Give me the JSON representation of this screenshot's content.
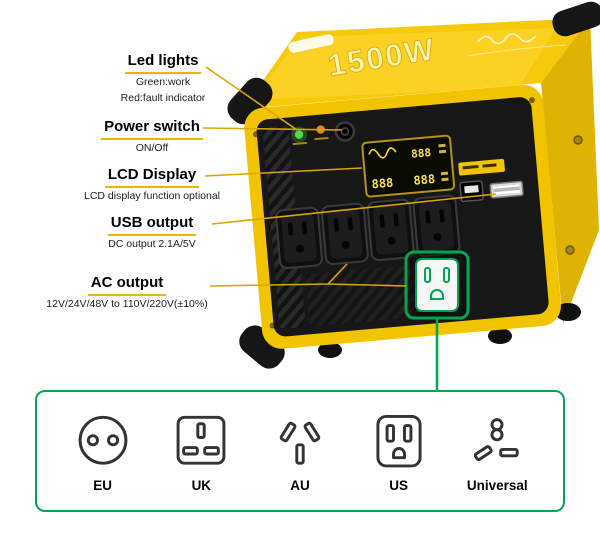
{
  "product": {
    "wattage": "1500W",
    "lcd_d1": "888",
    "lcd_d2": "888",
    "lcd_d3": "888"
  },
  "callouts": [
    {
      "title": "Led lights",
      "sub1": "Green:work",
      "sub2": "Red:fault indicator"
    },
    {
      "title": "Power switch",
      "sub1": "ON/Off"
    },
    {
      "title": "LCD Display",
      "sub1": "LCD display function optional"
    },
    {
      "title": "USB output",
      "sub1": "DC output 2.1A/5V"
    },
    {
      "title": "AC output",
      "sub1": "12V/24V/48V to 110V/220V(±10%)"
    }
  ],
  "socket_panel": {
    "items": [
      {
        "label": "EU"
      },
      {
        "label": "UK"
      },
      {
        "label": "AU"
      },
      {
        "label": "US"
      },
      {
        "label": "Universal"
      }
    ]
  },
  "colors": {
    "accent_green": "#00a651",
    "body_yellow": "#f2c400",
    "callout_line_gold": "#d9a604",
    "led_green": "#4cdc4c",
    "led_red": "#e08a1e"
  }
}
